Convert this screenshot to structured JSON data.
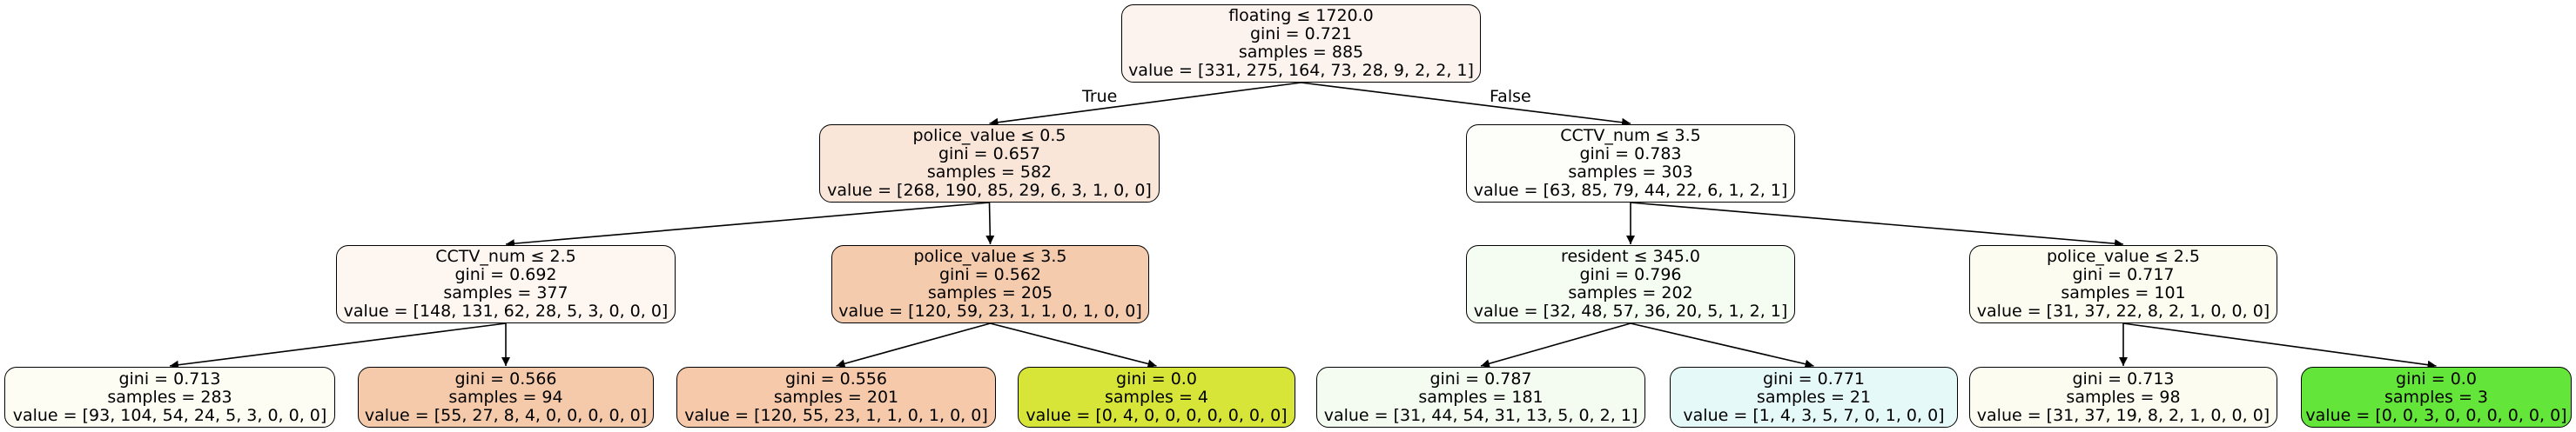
{
  "tree": {
    "edge_labels": {
      "true": "True",
      "false": "False"
    },
    "nodes": [
      {
        "id": "n0",
        "lines": [
          "floating ≤ 1720.0",
          "gini = 0.721",
          "samples = 885",
          "value = [331, 275, 164, 73, 28, 9, 2, 2, 1]"
        ],
        "fill": "#fdf3ee"
      },
      {
        "id": "n1",
        "lines": [
          "police_value ≤ 0.5",
          "gini = 0.657",
          "samples = 582",
          "value = [268, 190, 85, 29, 6, 3, 1, 0, 0]"
        ],
        "fill": "#fae6d9"
      },
      {
        "id": "n2",
        "lines": [
          "CCTV_num ≤ 3.5",
          "gini = 0.783",
          "samples = 303",
          "value = [63, 85, 79, 44, 22, 6, 1, 2, 1]"
        ],
        "fill": "#fdfef9"
      },
      {
        "id": "n3",
        "lines": [
          "CCTV_num ≤ 2.5",
          "gini = 0.692",
          "samples = 377",
          "value = [148, 131, 62, 28, 5, 3, 0, 0, 0]"
        ],
        "fill": "#fef6f1"
      },
      {
        "id": "n4",
        "lines": [
          "police_value ≤ 3.5",
          "gini = 0.562",
          "samples = 205",
          "value = [120, 59, 23, 1, 1, 0, 1, 0, 0]"
        ],
        "fill": "#f5cbad"
      },
      {
        "id": "n5",
        "lines": [
          "resident ≤ 345.0",
          "gini = 0.796",
          "samples = 202",
          "value = [32, 48, 57, 36, 20, 5, 1, 2, 1]"
        ],
        "fill": "#f5fdf2"
      },
      {
        "id": "n6",
        "lines": [
          "police_value ≤ 2.5",
          "gini = 0.717",
          "samples = 101",
          "value = [31, 37, 22, 8, 2, 1, 0, 0, 0]"
        ],
        "fill": "#fcfdf0"
      },
      {
        "id": "n7",
        "lines": [
          "gini = 0.713",
          "samples = 283",
          "value = [93, 104, 54, 24, 5, 3, 0, 0, 0]"
        ],
        "fill": "#fdfdf4"
      },
      {
        "id": "n8",
        "lines": [
          "gini = 0.566",
          "samples = 94",
          "value = [55, 27, 8, 4, 0, 0, 0, 0, 0]"
        ],
        "fill": "#f5caab"
      },
      {
        "id": "n9",
        "lines": [
          "gini = 0.556",
          "samples = 201",
          "value = [120, 55, 23, 1, 1, 0, 1, 0, 0]"
        ],
        "fill": "#f5c9aa"
      },
      {
        "id": "n10",
        "lines": [
          "gini = 0.0",
          "samples = 4",
          "value = [0, 4, 0, 0, 0, 0, 0, 0, 0]"
        ],
        "fill": "#d7e539"
      },
      {
        "id": "n11",
        "lines": [
          "gini = 0.787",
          "samples = 181",
          "value = [31, 44, 54, 31, 13, 5, 0, 2, 1]"
        ],
        "fill": "#f4fbf0"
      },
      {
        "id": "n12",
        "lines": [
          "gini = 0.771",
          "samples = 21",
          "value = [1, 4, 3, 5, 7, 0, 1, 0, 0]"
        ],
        "fill": "#e6f9f9"
      },
      {
        "id": "n13",
        "lines": [
          "gini = 0.713",
          "samples = 98",
          "value = [31, 37, 19, 8, 2, 1, 0, 0, 0]"
        ],
        "fill": "#fcfdf0"
      },
      {
        "id": "n14",
        "lines": [
          "gini = 0.0",
          "samples = 3",
          "value = [0, 0, 3, 0, 0, 0, 0, 0, 0]"
        ],
        "fill": "#64e539"
      }
    ],
    "edges": [
      [
        "n0",
        "n1"
      ],
      [
        "n0",
        "n2"
      ],
      [
        "n1",
        "n3"
      ],
      [
        "n1",
        "n4"
      ],
      [
        "n2",
        "n5"
      ],
      [
        "n2",
        "n6"
      ],
      [
        "n3",
        "n7"
      ],
      [
        "n3",
        "n8"
      ],
      [
        "n4",
        "n9"
      ],
      [
        "n4",
        "n10"
      ],
      [
        "n5",
        "n11"
      ],
      [
        "n5",
        "n12"
      ],
      [
        "n6",
        "n13"
      ],
      [
        "n6",
        "n14"
      ]
    ]
  }
}
